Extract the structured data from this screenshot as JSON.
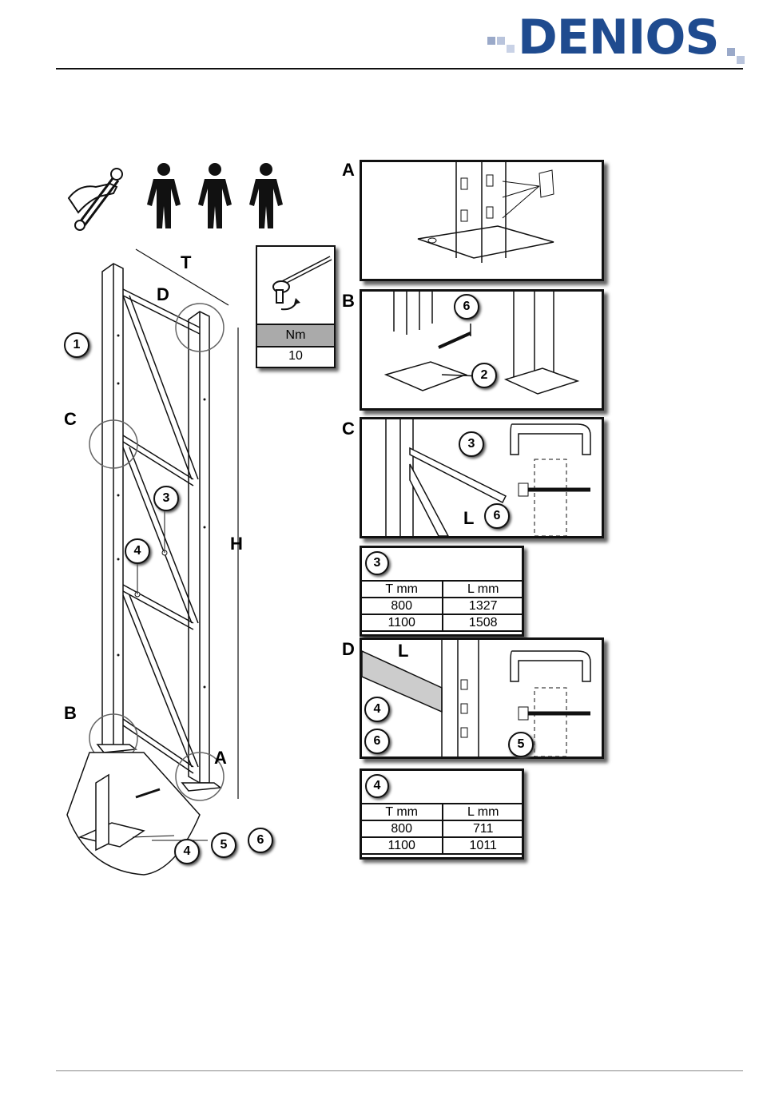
{
  "brand": {
    "name": "DENIOS"
  },
  "torque": {
    "header": "Nm",
    "value": "10"
  },
  "frame_labels": {
    "T": "T",
    "D": "D",
    "C": "C",
    "B": "B",
    "A": "A",
    "H": "H"
  },
  "frame_callouts": [
    "1",
    "3",
    "4",
    "6",
    "5",
    "4"
  ],
  "panels": {
    "A": {
      "label": "A"
    },
    "B": {
      "label": "B",
      "callouts": [
        "6",
        "2"
      ]
    },
    "C": {
      "label": "C",
      "callouts": [
        "3",
        "6"
      ],
      "dim": "L"
    },
    "D": {
      "label": "D",
      "callouts": [
        "4",
        "6",
        "5"
      ],
      "dim": "L"
    }
  },
  "table3": {
    "item": "3",
    "headers": [
      "T mm",
      "L mm"
    ],
    "rows": [
      [
        "800",
        "1327"
      ],
      [
        "1100",
        "1508"
      ]
    ]
  },
  "table4": {
    "item": "4",
    "headers": [
      "T mm",
      "L mm"
    ],
    "rows": [
      [
        "800",
        "711"
      ],
      [
        "1100",
        "1011"
      ]
    ]
  }
}
